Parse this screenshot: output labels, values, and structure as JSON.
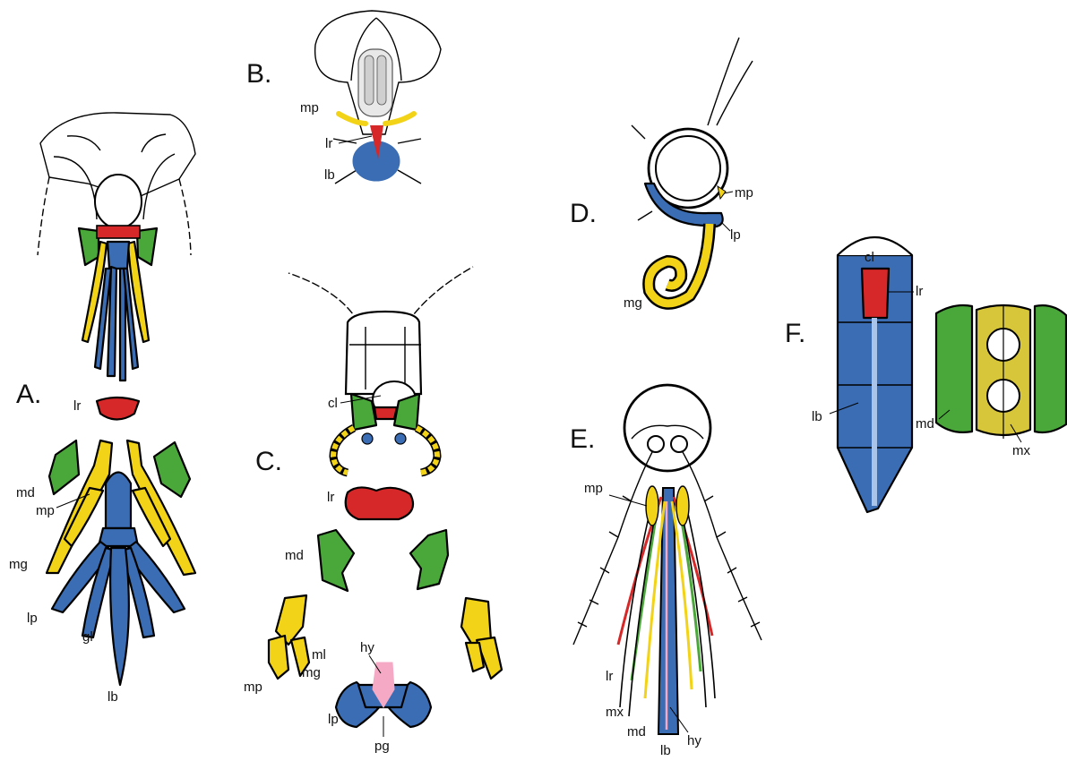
{
  "colors": {
    "labrum": "#d62828",
    "mandible": "#4aa83a",
    "maxilla": "#f2d318",
    "labium": "#3a6db3",
    "hypopharynx": "#f5a9c4",
    "outline": "#000000"
  },
  "panels": [
    {
      "letter": "A.",
      "labels": [
        "lr",
        "md",
        "mp",
        "mg",
        "lp",
        "gl",
        "lb"
      ]
    },
    {
      "letter": "B.",
      "labels": [
        "mp",
        "lr",
        "lb"
      ]
    },
    {
      "letter": "C.",
      "labels": [
        "cl",
        "lr",
        "md",
        "ml",
        "mg",
        "mp",
        "hy",
        "lp",
        "pg"
      ]
    },
    {
      "letter": "D.",
      "labels": [
        "mp",
        "lp",
        "mg"
      ]
    },
    {
      "letter": "E.",
      "labels": [
        "mp",
        "lr",
        "mx",
        "md",
        "lb",
        "hy"
      ]
    },
    {
      "letter": "F.",
      "labels": [
        "cl",
        "lr",
        "lb",
        "md",
        "mx"
      ]
    }
  ]
}
